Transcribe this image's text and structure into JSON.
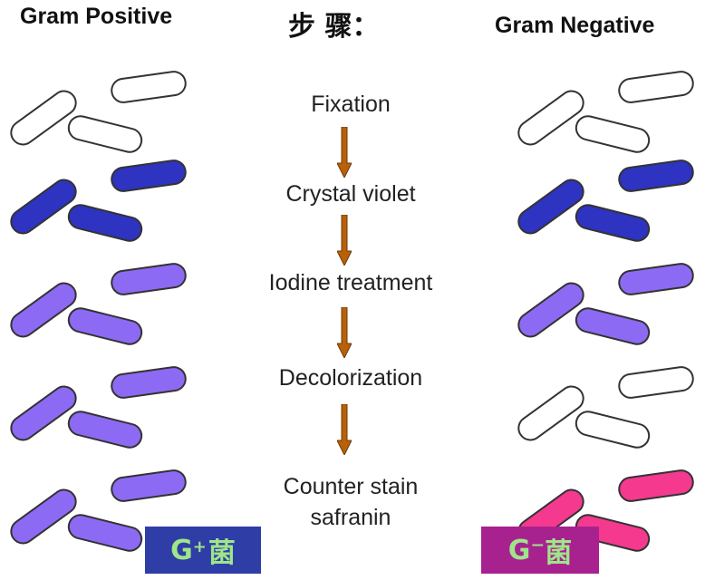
{
  "headings": {
    "left": "Gram Positive",
    "center": "步 骤：",
    "right": "Gram Negative"
  },
  "steps": [
    "Fixation",
    "Crystal violet",
    "Iodine treatment",
    "Decolorization",
    "Counter stain",
    "safranin"
  ],
  "labels": {
    "positive": {
      "letter": "G",
      "sign": "+",
      "suffix": "菌",
      "background": "#2f3ea6",
      "text_color": "#9fe58a"
    },
    "negative": {
      "letter": "G",
      "sign": "⁻",
      "suffix": "菌",
      "background": "#a8228f",
      "text_color": "#9fe58a"
    }
  },
  "stages": {
    "gram_positive": [
      "#ffffff",
      "#2e33c2",
      "#8d6af4",
      "#8d6af4",
      "#8d6af4"
    ],
    "gram_negative": [
      "#ffffff",
      "#2e33c2",
      "#8d6af4",
      "#ffffff",
      "#f4398f"
    ]
  },
  "colors": {
    "unstained": "#ffffff",
    "crystal_violet": "#2e33c2",
    "iodine_complex": "#8d6af4",
    "safranin": "#f4398f",
    "arrow": "#b8610a",
    "rod_outline": "#333333"
  }
}
